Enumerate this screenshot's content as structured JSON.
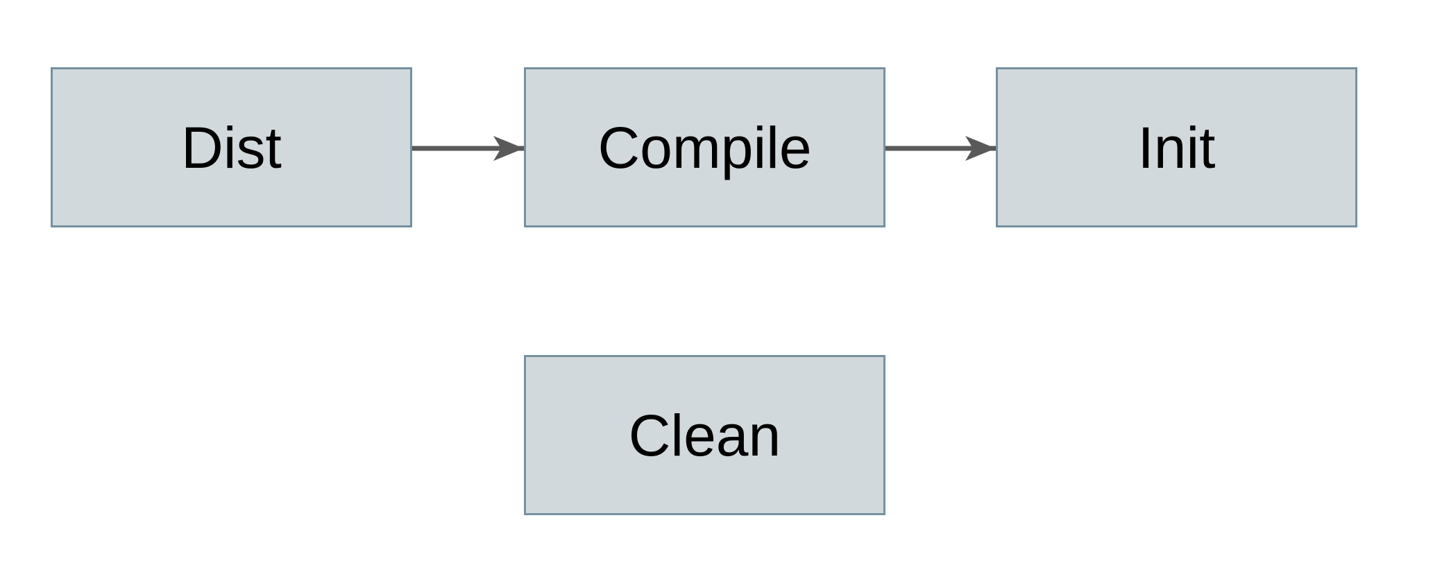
{
  "diagram": {
    "type": "flowchart",
    "nodes": [
      {
        "id": "dist",
        "label": "Dist"
      },
      {
        "id": "compile",
        "label": "Compile"
      },
      {
        "id": "init",
        "label": "Init"
      },
      {
        "id": "clean",
        "label": "Clean"
      }
    ],
    "edges": [
      {
        "from": "dist",
        "to": "compile",
        "direction": "right"
      },
      {
        "from": "compile",
        "to": "init",
        "direction": "right"
      }
    ],
    "colors": {
      "background": "#ffffff",
      "node_fill": "#d2d9dc",
      "node_border": "#7590a0",
      "arrow": "#595959",
      "label_text": "#000000"
    }
  }
}
